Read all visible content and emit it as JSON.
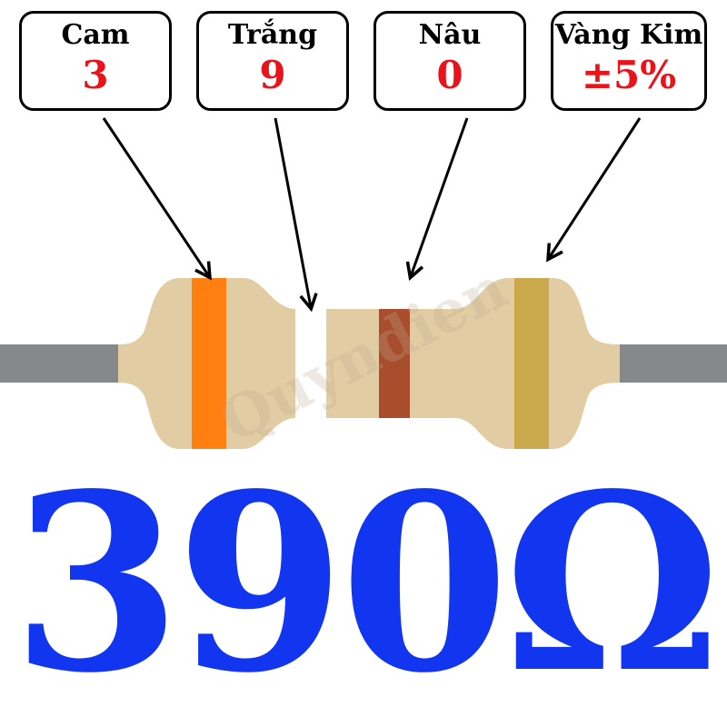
{
  "bands": [
    {
      "color_name": "Cam",
      "value": "3",
      "swatch": "#ff8010"
    },
    {
      "color_name": "Trắng",
      "value": "9",
      "swatch": "#ffffff"
    },
    {
      "color_name": "Nâu",
      "value": "0",
      "swatch": "#a84e2c"
    },
    {
      "color_name": "Vàng Kim",
      "value": "±5%",
      "swatch": "#c9a94c"
    }
  ],
  "result": "390Ω",
  "watermark": "Quyndien",
  "colors": {
    "value_text": "#e8141a",
    "result_text": "#1236f0",
    "resistor_body": "#e2cca3",
    "lead": "#87888c",
    "outline": "#000000"
  }
}
